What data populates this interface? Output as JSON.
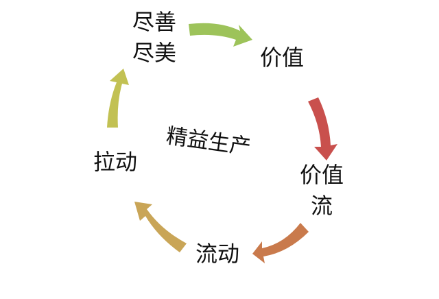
{
  "diagram": {
    "center_label": "精益生产",
    "nodes": [
      {
        "id": "perfection",
        "lines": [
          "尽善",
          "尽美"
        ]
      },
      {
        "id": "value",
        "lines": [
          "价值"
        ]
      },
      {
        "id": "value-stream",
        "lines": [
          "价值",
          "流"
        ]
      },
      {
        "id": "flow",
        "lines": [
          "流动"
        ]
      },
      {
        "id": "pull",
        "lines": [
          "拉动"
        ]
      }
    ],
    "arrows": [
      {
        "from": "perfection",
        "to": "value",
        "color": "#9dc35a"
      },
      {
        "from": "value",
        "to": "value-stream",
        "color": "#c9504d"
      },
      {
        "from": "value-stream",
        "to": "flow",
        "color": "#c97a4c"
      },
      {
        "from": "flow",
        "to": "pull",
        "color": "#c9a557"
      },
      {
        "from": "pull",
        "to": "perfection",
        "color": "#c2c153"
      }
    ]
  }
}
